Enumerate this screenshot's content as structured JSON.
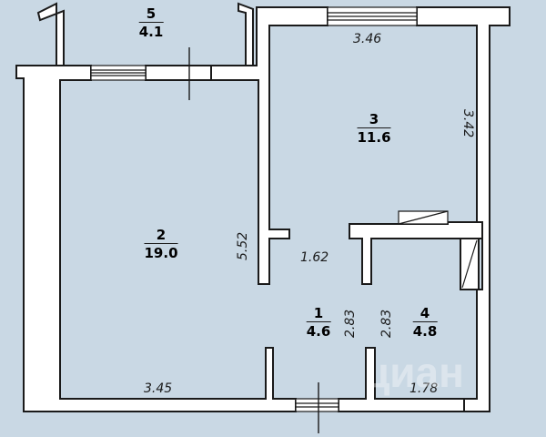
{
  "rooms": [
    {
      "id": "1",
      "number": "1",
      "area": "4.6"
    },
    {
      "id": "2",
      "number": "2",
      "area": "19.0"
    },
    {
      "id": "3",
      "number": "3",
      "area": "11.6"
    },
    {
      "id": "4",
      "number": "4",
      "area": "4.8"
    },
    {
      "id": "5",
      "number": "5",
      "area": "4.1"
    }
  ],
  "dimensions": {
    "room3_width": "3.46",
    "room3_depth": "3.42",
    "room2_depth": "5.52",
    "room2_width": "3.45",
    "hall_width": "1.62",
    "hall_depth_left": "2.83",
    "hall_depth_right": "2.83",
    "room4_width": "1.78"
  },
  "watermark": "циан",
  "colors": {
    "background": "#c9d8e4",
    "wall_fill": "#ffffff",
    "wall_stroke": "#1a1a1a"
  }
}
